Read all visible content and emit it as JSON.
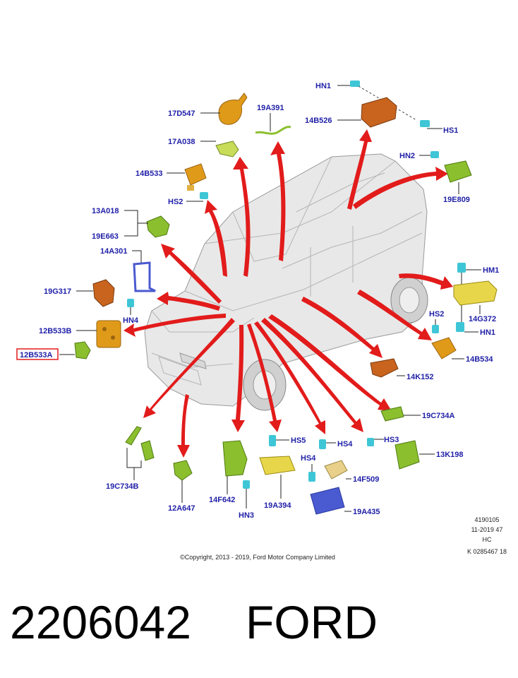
{
  "labels": {
    "hn1_top": "HN1",
    "hs1": "HS1",
    "l17d547": "17D547",
    "l19a391": "19A391",
    "l14b526": "14B526",
    "l17a038": "17A038",
    "hn2": "HN2",
    "l14b533": "14B533",
    "l19e809": "19E809",
    "hs2_left": "HS2",
    "l13a018": "13A018",
    "l19e663": "19E663",
    "l14a301": "14A301",
    "hm1": "HM1",
    "l19g317": "19G317",
    "l14g372": "14G372",
    "hn4": "HN4",
    "hs2_right": "HS2",
    "hn1_right": "HN1",
    "l12b533b": "12B533B",
    "l12b533a": "12B533A",
    "l14b534": "14B534",
    "l14k152": "14K152",
    "l19c734a": "19C734A",
    "hs5": "HS5",
    "hs4_a": "HS4",
    "hs3": "HS3",
    "l13k198": "13K198",
    "hs4_b": "HS4",
    "l14f509": "14F509",
    "l19c734b": "19C734B",
    "l12a647": "12A647",
    "l14f642": "14F642",
    "l19a394": "19A394",
    "l19a435": "19A435",
    "hn3": "HN3"
  },
  "metadata": {
    "ref1": "4190105",
    "ref2": "11-2019 47",
    "ref3": "HC",
    "ref4": "K 0285467 18"
  },
  "copyright": "©Copyright, 2013 - 2019, Ford Motor Company Limited",
  "part_number": "2206042",
  "brand": "FORD",
  "colors": {
    "label": "#1f1fa8",
    "arrow": "#e21b1b",
    "highlight_box": "#e21b1b",
    "component_orange": "#e09a1a",
    "component_brown": "#c8641e",
    "component_green": "#8cbf2e",
    "component_yellow": "#e8d64a",
    "component_cyan": "#3ec6d6",
    "component_blue": "#4a5ad0"
  },
  "icons": {
    "car": "vehicle-cutaway-illustration",
    "parts": "component-thumbnails",
    "arrows": "red-callout-arrows"
  }
}
